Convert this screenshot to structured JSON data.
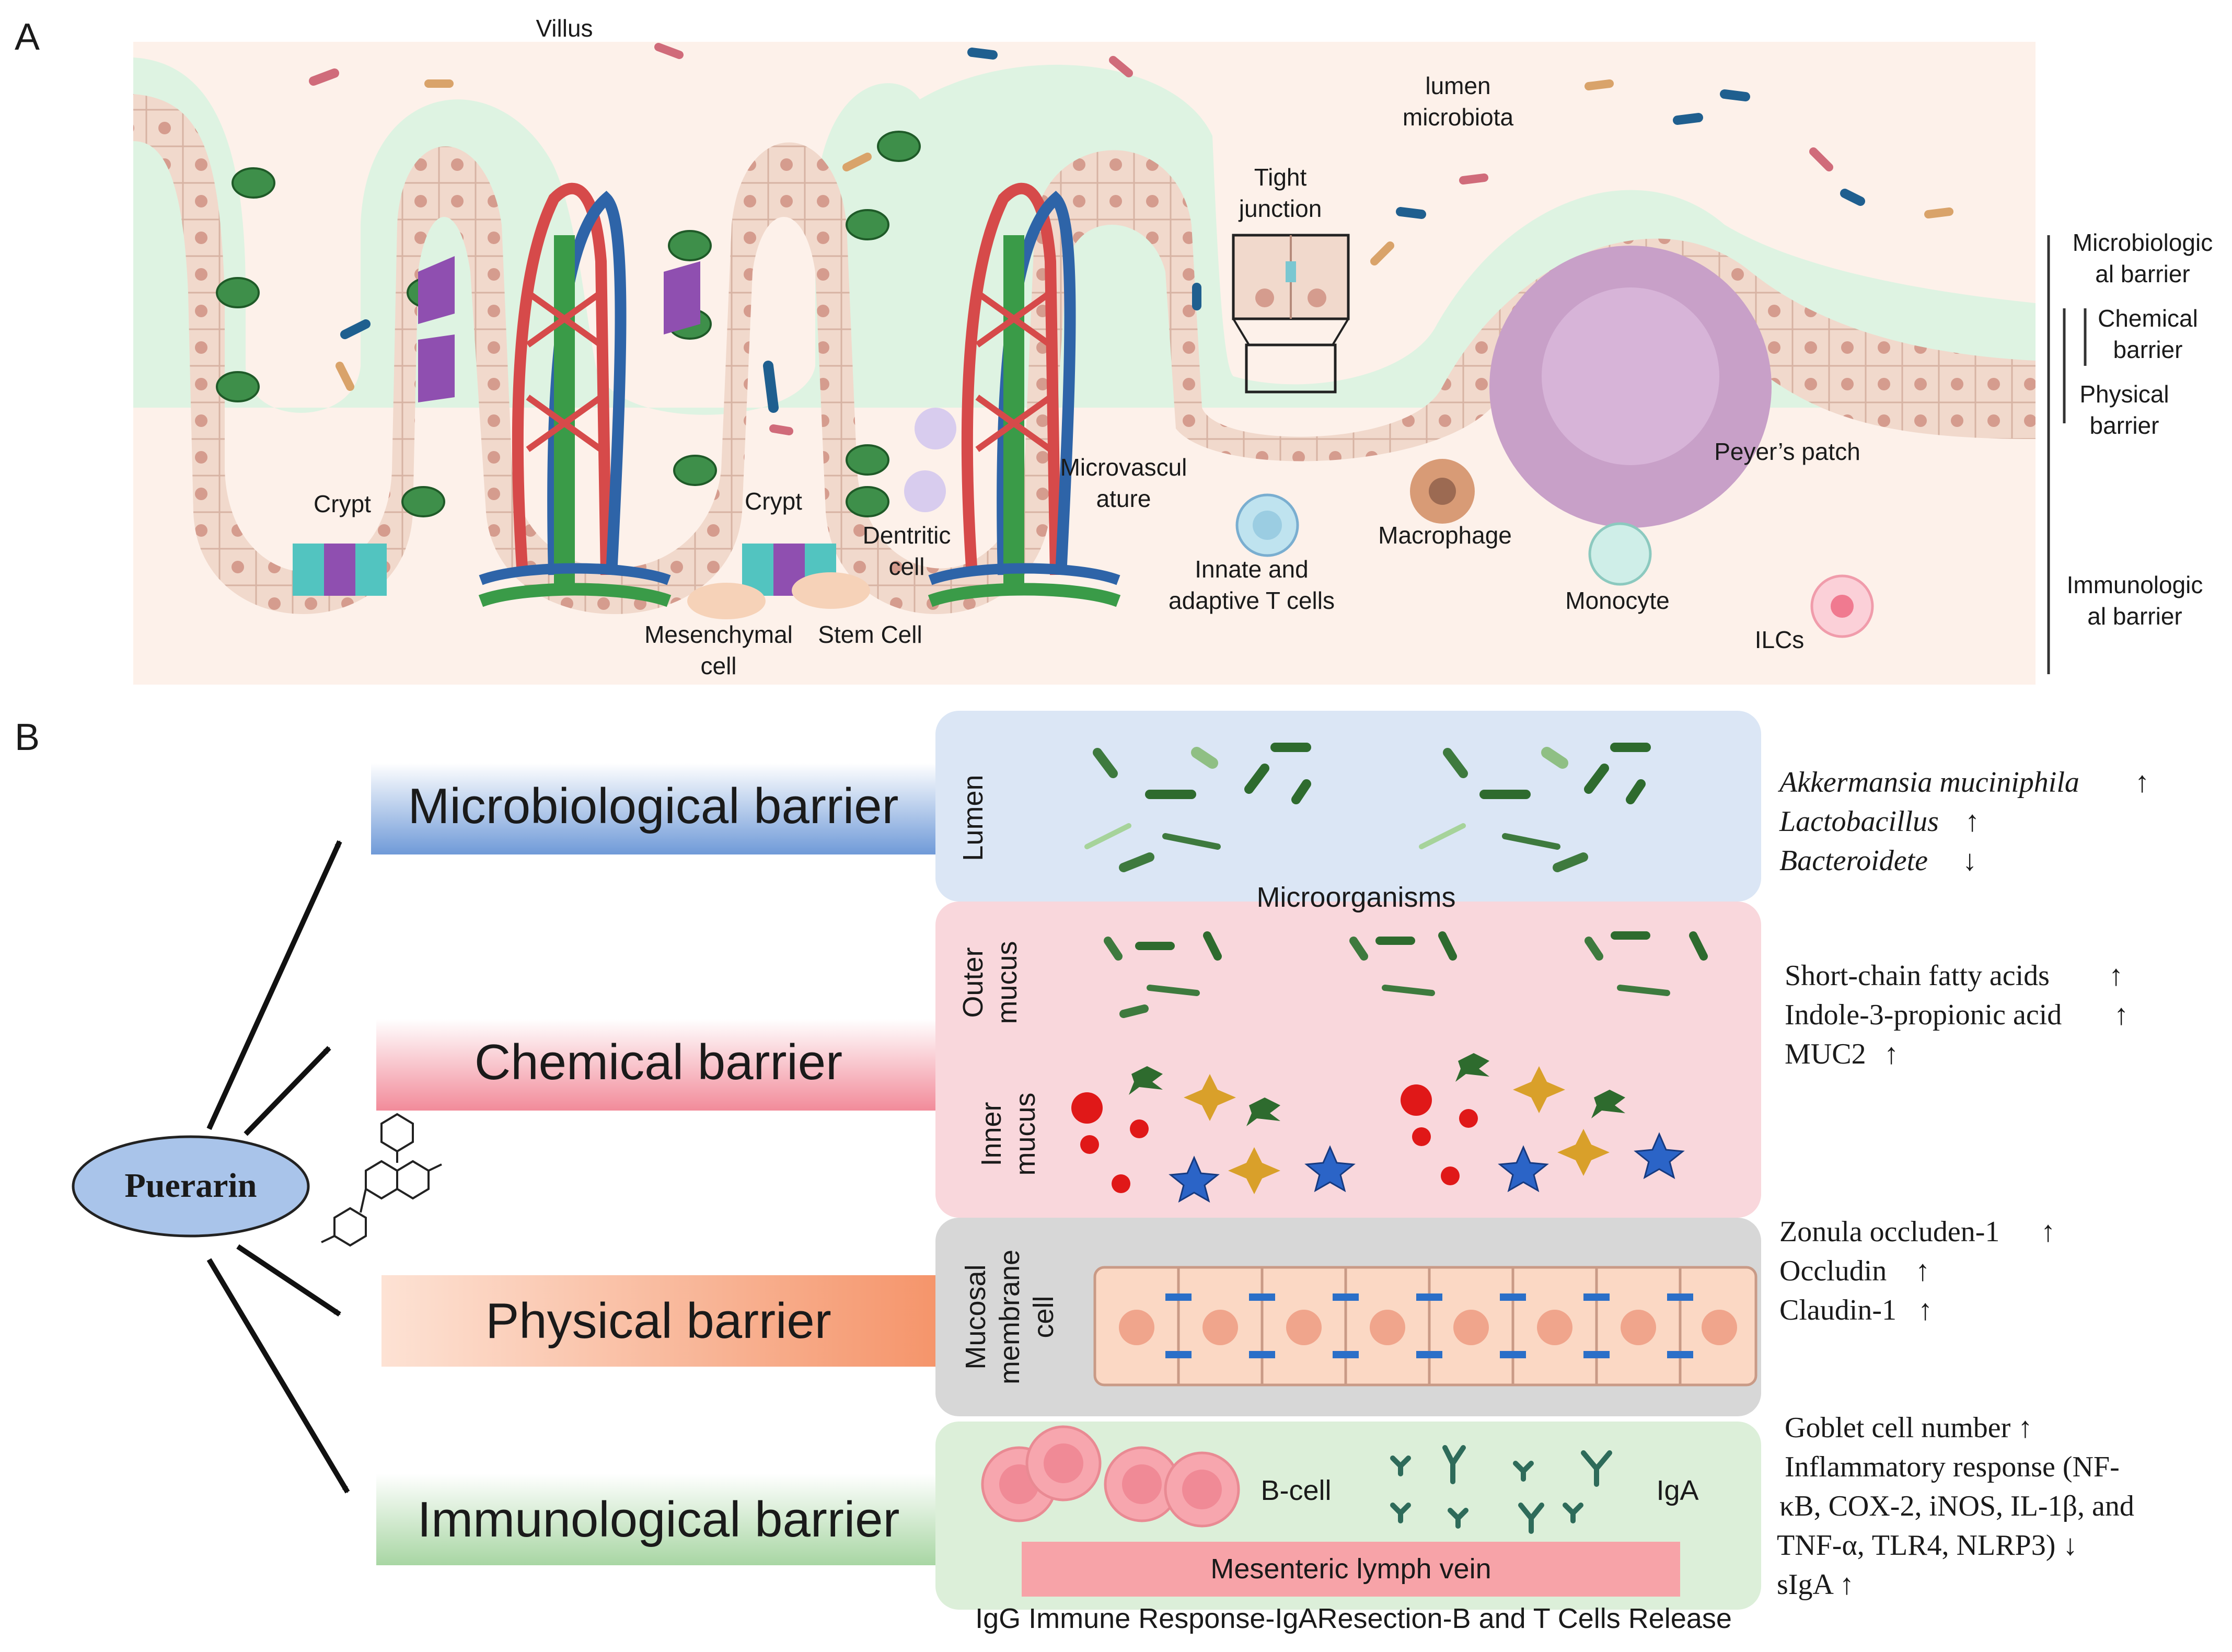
{
  "panel_a": {
    "letter": "A",
    "villus": "Villus",
    "lumen_microbiota": [
      "lumen",
      "microbiota"
    ],
    "tight_junction": [
      "Tight",
      "junction"
    ],
    "crypt": "Crypt",
    "microvasculature": [
      "Microvascul",
      "ature"
    ],
    "dentritic_cell": [
      "Dentritic",
      "cell"
    ],
    "mesenchymal_cell": [
      "Mesenchymal",
      "cell"
    ],
    "stem_cell": "Stem Cell",
    "innate_t_cells": [
      "Innate and",
      "adaptive T cells"
    ],
    "macrophage": "Macrophage",
    "monocyte": "Monocyte",
    "ilcs": "ILCs",
    "peyers_patch": "Peyer’s patch",
    "side_labels": {
      "microbiological": [
        "Microbiologic",
        "al barrier"
      ],
      "chemical": [
        "Chemical",
        "barrier"
      ],
      "physical": [
        "Physical",
        "barrier"
      ],
      "immunological": [
        "Immunologic",
        "al barrier"
      ]
    }
  },
  "panel_b": {
    "letter": "B",
    "puerarin": "Puerarin",
    "barriers": [
      {
        "label": "Microbiological barrier",
        "color": "#6f9ad8"
      },
      {
        "label": "Chemical barrier",
        "color": "#f28b9a"
      },
      {
        "label": "Physical barrier",
        "color": "#f5956b"
      },
      {
        "label": "Immunological barrier",
        "color": "#a8d6a3"
      }
    ],
    "layers": {
      "lumen": "Lumen",
      "microorganisms": "Microorganisms",
      "outer_mucus": [
        "Outer",
        "mucus"
      ],
      "inner_mucus": [
        "Inner",
        "mucus"
      ],
      "mucosal_cell": [
        "Mucosal",
        "membrane",
        "cell"
      ],
      "b_cell": "B-cell",
      "iga": "IgA",
      "mesenteric": "Mesenteric lymph vein",
      "bottom_caption": "IgG Immune Response-IgAResection-B  and T Cells Release"
    },
    "effects": {
      "microbiological": [
        {
          "text": "Akkermansia muciniphila",
          "arrow": "↑"
        },
        {
          "text": "Lactobacillus",
          "arrow": "↑"
        },
        {
          "text": "Bacteroidete",
          "arrow": "↓"
        }
      ],
      "chemical": [
        {
          "text": "Short-chain fatty acids",
          "arrow": "↑"
        },
        {
          "text": "Indole-3-propionic acid",
          "arrow": "↑"
        },
        {
          "text": "MUC2",
          "arrow": "↑"
        }
      ],
      "physical": [
        {
          "text": "Zonula occluden-1",
          "arrow": "↑"
        },
        {
          "text": "Occludin",
          "arrow": "↑"
        },
        {
          "text": "Claudin-1",
          "arrow": "↑"
        }
      ],
      "immunological": [
        "Goblet cell number ↑",
        "Inflammatory response (NF-",
        "κB, COX-2, iNOS, IL-1β, and",
        "TNF-α, TLR4, NLRP3)  ↓",
        "sIgA ↑"
      ]
    }
  }
}
